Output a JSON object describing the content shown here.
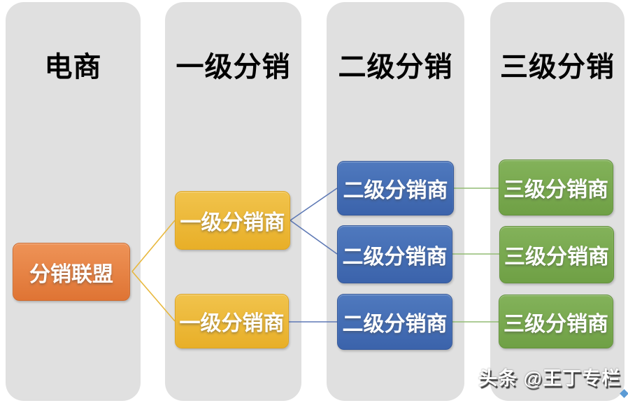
{
  "diagram": {
    "title": "distribution-hierarchy",
    "columns": [
      {
        "header": "电商"
      },
      {
        "header": "一级分销"
      },
      {
        "header": "二级分销"
      },
      {
        "header": "三级分销"
      }
    ],
    "nodes": [
      {
        "id": "alliance",
        "label": "分销联盟"
      },
      {
        "id": "l1a",
        "label": "一级分销商"
      },
      {
        "id": "l1b",
        "label": "一级分销商"
      },
      {
        "id": "l2a",
        "label": "二级分销商"
      },
      {
        "id": "l2b",
        "label": "二级分销商"
      },
      {
        "id": "l2c",
        "label": "二级分销商"
      },
      {
        "id": "l3a",
        "label": "三级分销商"
      },
      {
        "id": "l3b",
        "label": "三级分销商"
      },
      {
        "id": "l3c",
        "label": "三级分销商"
      }
    ],
    "edges": [
      {
        "from": "alliance",
        "to": "l1a"
      },
      {
        "from": "alliance",
        "to": "l1b"
      },
      {
        "from": "l1a",
        "to": "l2a"
      },
      {
        "from": "l1a",
        "to": "l2b"
      },
      {
        "from": "l1b",
        "to": "l2c"
      },
      {
        "from": "l2a",
        "to": "l3a"
      },
      {
        "from": "l2b",
        "to": "l3b"
      },
      {
        "from": "l2c",
        "to": "l3c"
      }
    ],
    "colors": {
      "column_bg": "#e0e0e0",
      "orange_top": "#ee9357",
      "orange_bottom": "#df7434",
      "yellow_top": "#f1c34c",
      "yellow_bottom": "#e8af28",
      "blue_top": "#4f79be",
      "blue_bottom": "#3b63ab",
      "green_top": "#83b25a",
      "green_bottom": "#6fa045",
      "line_yellow": "#e8b83d",
      "line_blue": "#5e79b5",
      "line_green": "#92bc73",
      "corner_mark": "#5b9bd5"
    }
  },
  "watermark": {
    "text": "头条 @王丁专栏"
  }
}
